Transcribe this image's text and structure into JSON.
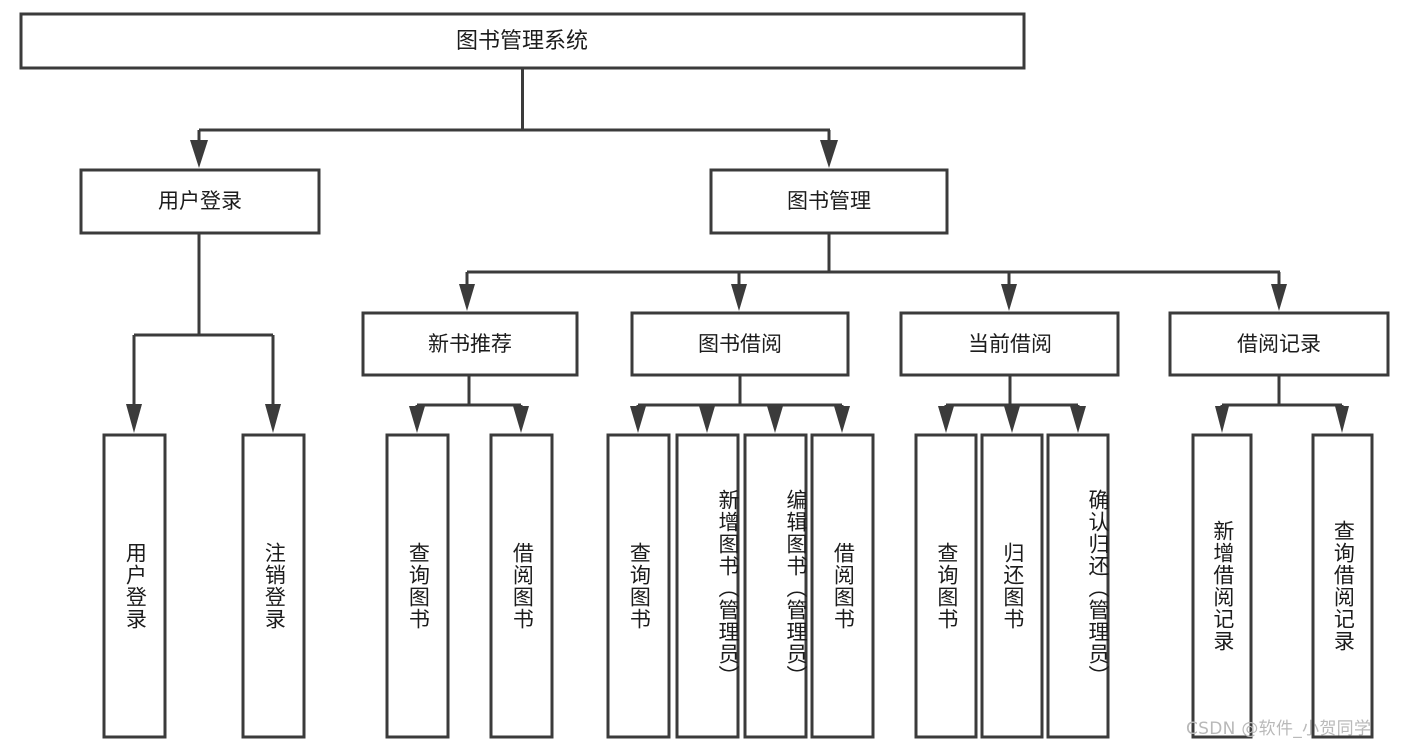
{
  "diagram": {
    "type": "tree-hierarchy-functional-decomposition",
    "root": {
      "id": "root",
      "label": "图书管理系统"
    },
    "level1": [
      {
        "id": "user-login",
        "label": "用户登录"
      },
      {
        "id": "book-manage",
        "label": "图书管理"
      }
    ],
    "level2": [
      {
        "id": "new-book-recommend",
        "label": "新书推荐",
        "parent": "book-manage"
      },
      {
        "id": "book-borrow",
        "label": "图书借阅",
        "parent": "book-manage"
      },
      {
        "id": "current-borrow",
        "label": "当前借阅",
        "parent": "book-manage"
      },
      {
        "id": "borrow-record",
        "label": "借阅记录",
        "parent": "book-manage"
      }
    ],
    "leaves": [
      {
        "id": "leaf-user-login",
        "label": "用户登录",
        "parent": "user-login"
      },
      {
        "id": "leaf-logout-login",
        "label": "注销登录",
        "parent": "user-login"
      },
      {
        "id": "leaf-query-book-1",
        "label": "查询图书",
        "parent": "new-book-recommend"
      },
      {
        "id": "leaf-borrow-book-1",
        "label": "借阅图书",
        "parent": "new-book-recommend"
      },
      {
        "id": "leaf-query-book-2",
        "label": "查询图书",
        "parent": "book-borrow"
      },
      {
        "id": "leaf-add-book",
        "label": "新增图书（管理员）",
        "parent": "book-borrow"
      },
      {
        "id": "leaf-edit-book",
        "label": "编辑图书（管理员）",
        "parent": "book-borrow"
      },
      {
        "id": "leaf-borrow-book-2",
        "label": "借阅图书",
        "parent": "book-borrow"
      },
      {
        "id": "leaf-query-book-3",
        "label": "查询图书",
        "parent": "current-borrow"
      },
      {
        "id": "leaf-return-book",
        "label": "归还图书",
        "parent": "current-borrow"
      },
      {
        "id": "leaf-confirm-return",
        "label": "确认归还（管理员）",
        "parent": "current-borrow"
      },
      {
        "id": "leaf-add-borrow-record",
        "label": "新增借阅记录",
        "parent": "borrow-record"
      },
      {
        "id": "leaf-query-borrow-record",
        "label": "查询借阅记录",
        "parent": "borrow-record"
      }
    ]
  },
  "watermark": {
    "text": "CSDN @软件_小贺同学"
  },
  "colors": {
    "box_stroke": "#3b3b3b",
    "box_fill": "#ffffff",
    "text": "#1c1c1c",
    "connector": "#3b3b3b",
    "watermark": "#b9b9b9",
    "background": "#ffffff"
  }
}
